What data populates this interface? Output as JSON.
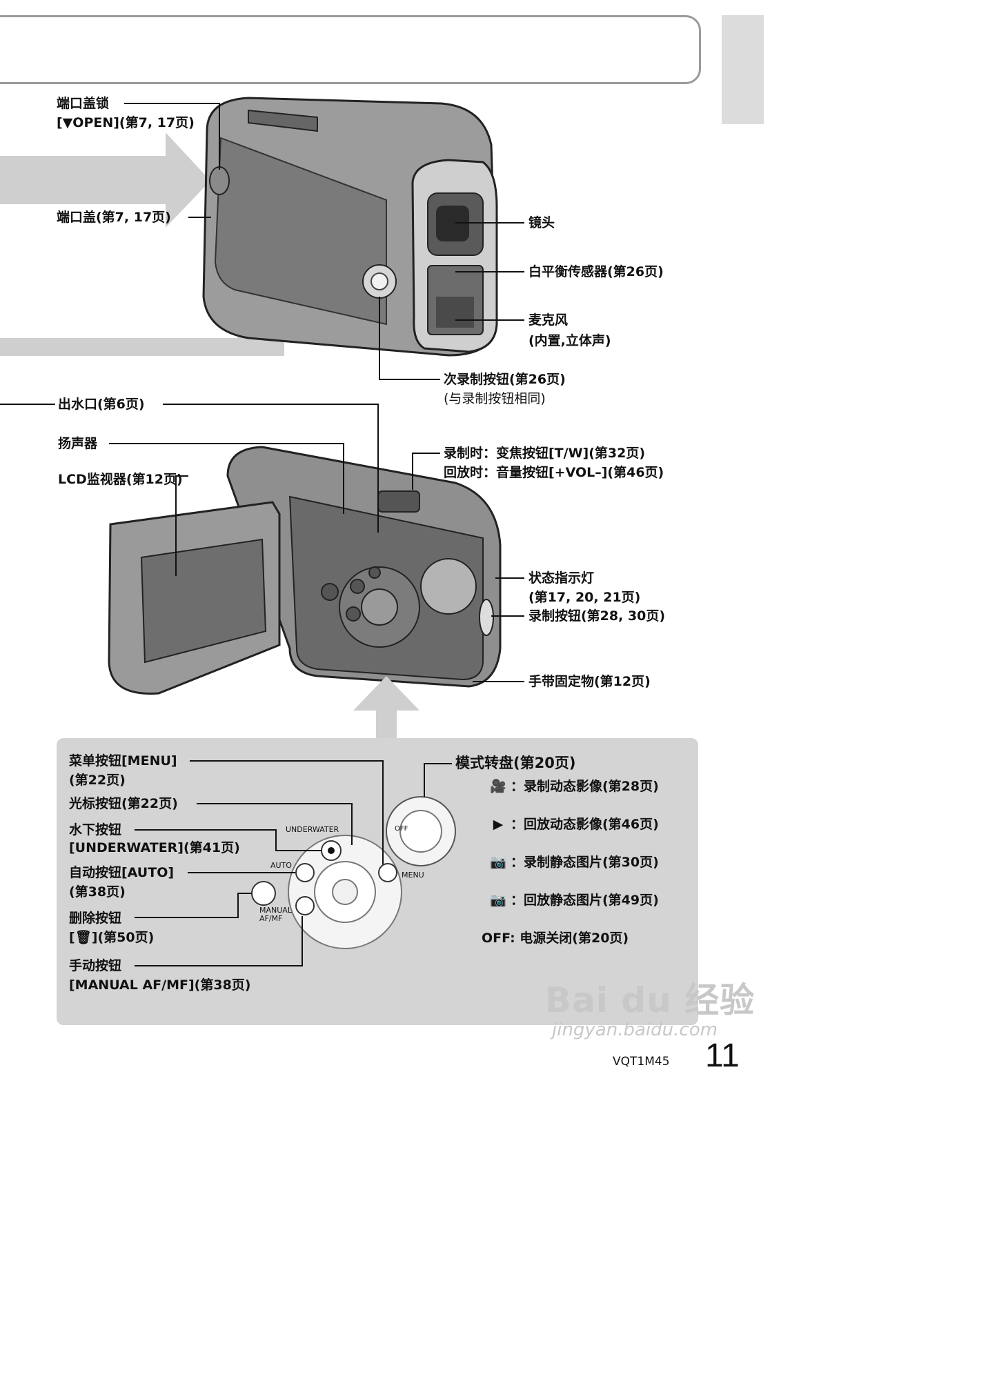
{
  "top_labels": {
    "port_lock_1": "端口盖锁",
    "port_lock_2": "[▼OPEN](第7, 17页)",
    "port_cover": "端口盖(第7, 17页)",
    "lens": "镜头",
    "wb_sensor": "白平衡传感器(第26页)",
    "mic_1": "麦克风",
    "mic_2": "(内置,立体声)",
    "sub_rec_1": "次录制按钮(第26页)",
    "sub_rec_2": "(与录制按钮相同)"
  },
  "mid_labels": {
    "drain": "出水口(第6页)",
    "speaker": "扬声器",
    "lcd": "LCD监视器(第12页)",
    "zoom_1": "录制时：变焦按钮[T/W](第32页)",
    "zoom_2": "回放时：音量按钮[+VOL–](第46页)",
    "status_1": "状态指示灯",
    "status_2": "(第17, 20, 21页)",
    "rec_btn": "录制按钮(第28, 30页)",
    "strap": "手带固定物(第12页)"
  },
  "panel": {
    "menu_1": "菜单按钮[MENU]",
    "menu_2": "(第22页)",
    "cursor": "光标按钮(第22页)",
    "underwater_1": "水下按钮",
    "underwater_2": "[UNDERWATER](第41页)",
    "auto_1": "自动按钮[AUTO]",
    "auto_2": "(第38页)",
    "delete_1": "删除按钮",
    "delete_2": "[🗑](第50页)",
    "manual_1": "手动按钮",
    "manual_2": "[MANUAL AF/MF](第38页)",
    "btn_underwater": "UNDERWATER",
    "btn_auto": "AUTO",
    "btn_menu": "MENU",
    "btn_manual_1": "MANUAL",
    "btn_manual_2": "AF/MF",
    "dial_off": "OFF",
    "mode_dial": "模式转盘(第20页)",
    "modes": [
      {
        "icon": "movie-camera-icon",
        "glyph": "🎥",
        "text": "：录制动态影像(第28页)"
      },
      {
        "icon": "play-icon",
        "glyph": "▶",
        "text": "：回放动态影像(第46页)"
      },
      {
        "icon": "camera-icon",
        "glyph": "📷",
        "text": "：录制静态图片(第30页)"
      },
      {
        "icon": "playback-camera-icon",
        "glyph": "📷",
        "text": "：回放静态图片(第49页)"
      },
      {
        "icon": "off-text",
        "glyph": "OFF",
        "text": ": 电源关闭(第20页)"
      }
    ]
  },
  "footer": {
    "code": "VQT1M45",
    "page": "11"
  },
  "watermark": {
    "logo": "Bai du 经验",
    "url": "jingyan.baidu.com"
  }
}
